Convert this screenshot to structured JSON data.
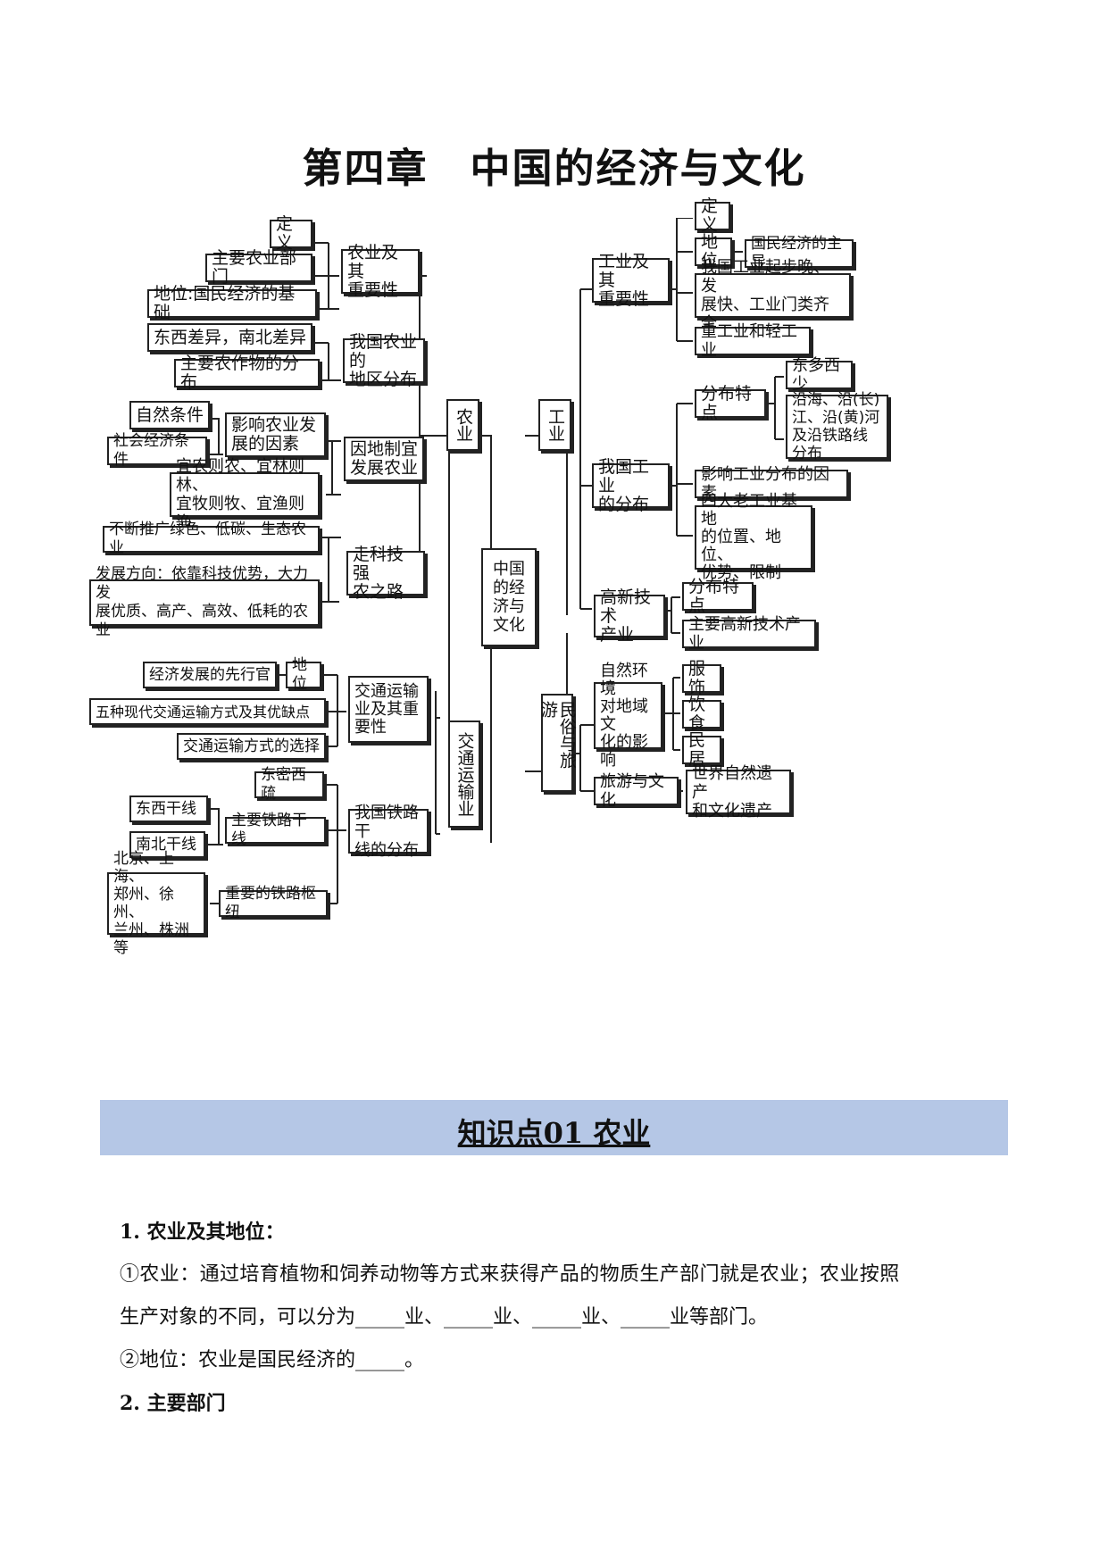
{
  "title": "第四章　中国的经济与文化",
  "diagram": {
    "center": "中国的经济与文化",
    "branches": {
      "agriculture": "农业",
      "industry": "工业",
      "transport": "交通运输业",
      "culture": "民俗与旅游"
    },
    "nodes": {
      "ag_importance": "农业及其\n重要性",
      "ag_def": "定义",
      "ag_depts": "主要农业部门",
      "ag_status": "地位:国民经济的基础",
      "ag_dist": "我国农业的\n地区分布",
      "ag_diff": "东西差异，南北差异",
      "ag_crops": "主要农作物的分布",
      "ag_local": "因地制宜\n发展农业",
      "ag_factors": "影响农业发\n展的因素",
      "ag_natural": "自然条件",
      "ag_social": "社会经济条件",
      "ag_suitable": "宜农则农、宜林则林、\n宜牧则牧、宜渔则渔",
      "ag_tech": "走科技强\n农之路",
      "ag_green": "不断推广绿色、低碳、生态农业",
      "ag_direction": "发展方向：依靠科技优势，大力发\n展优质、高产、高效、低耗的农业",
      "in_importance": "工业及其\n重要性",
      "in_def": "定义",
      "in_status": "地位",
      "in_leading": "国民经济的主导",
      "in_start": "我国工业起步晚、发\n展快、工业门类齐全",
      "in_heavy": "重工业和轻工业",
      "in_dist": "我国工业\n的分布",
      "in_features": "分布特点",
      "in_east": "东多西少",
      "in_coast": "沿海、沿(长)\n江、沿(黄)河\n及沿铁路线分布",
      "in_factors": "影响工业分布的因素",
      "in_bases": "四大老工业基地\n的位置、地位、\n优势、限制",
      "in_hightech": "高新技术\n产业",
      "in_ht_features": "分布特点",
      "in_ht_main": "主要高新技术产业",
      "tr_importance": "交通运输\n业及其重\n要性",
      "tr_status": "地位",
      "tr_pioneer": "经济发展的先行官",
      "tr_five": "五种现代交通运输方式及其优缺点",
      "tr_choice": "交通运输方式的选择",
      "tr_rail": "我国铁路干\n线的分布",
      "tr_dense": "东密西疏",
      "tr_trunk": "主要铁路干线",
      "tr_ew": "东西干线",
      "tr_ns": "南北干线",
      "tr_hub": "重要的铁路枢纽",
      "tr_cities": "北京、上海、\n郑州、徐州、\n兰州、株洲等",
      "cu_env": "自然环境\n对地域文\n化的影响",
      "cu_cloth": "服饰",
      "cu_food": "饮食",
      "cu_house": "民居",
      "cu_travel": "旅游与文化",
      "cu_heritage": "世界自然遗产\n和文化遗产"
    }
  },
  "section": {
    "title": "知识点01  农业"
  },
  "body": {
    "h1": "1. 农业及其地位：",
    "p1a": "①农业：通过培育植物和饲养动物等方式来获得产品的物质生产部门就是农业；农业按照",
    "p1b": "生产对象的不同，可以分为_____业、_____业、_____业、_____业等部门。",
    "p2": "②地位：农业是国民经济的_____。",
    "h2": "2. 主要部门"
  }
}
